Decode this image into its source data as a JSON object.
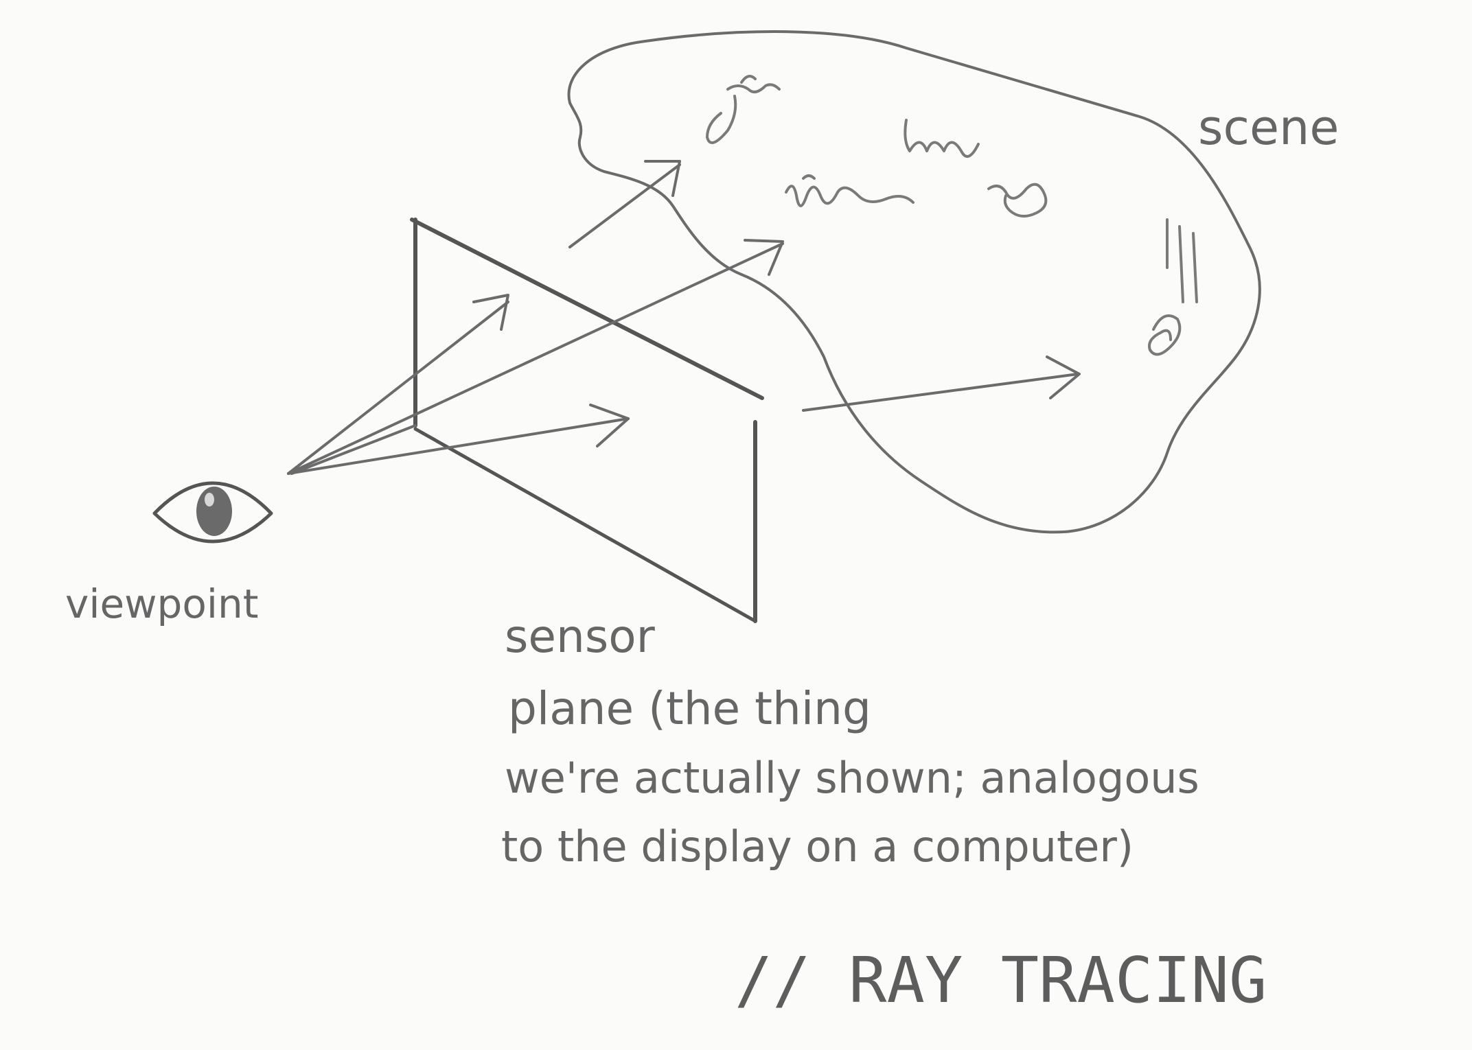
{
  "labels": {
    "scene": "scene",
    "viewpoint": "viewpoint",
    "sensor_lines": [
      "sensor",
      "plane (the thing",
      "we're actually shown; analogous",
      "to the display on a computer)"
    ],
    "title": "// RAY TRACING"
  },
  "colors": {
    "pencil": "#6b6b6b",
    "paper": "#fbfbfa"
  },
  "icons": {
    "viewpoint": "eye-icon"
  }
}
